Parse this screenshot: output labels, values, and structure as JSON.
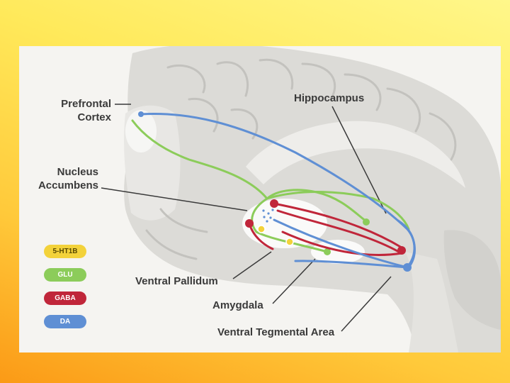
{
  "labels": {
    "prefrontal_cortex_line1": "Prefrontal",
    "prefrontal_cortex_line2": "Cortex",
    "hippocampus": "Hippocampus",
    "nucleus_accumbens_line1": "Nucleus",
    "nucleus_accumbens_line2": "Accumbens",
    "ventral_pallidum": "Ventral Pallidum",
    "amygdala": "Amygdala",
    "ventral_tegmental_area": "Ventral Tegmental Area"
  },
  "legend": [
    {
      "label": "5-HT1B",
      "color": "#f3d23a",
      "text_color": "#5a4a00"
    },
    {
      "label": "GLU",
      "color": "#8ccc5a",
      "text_color": "#ffffff"
    },
    {
      "label": "GABA",
      "color": "#c0263a",
      "text_color": "#ffffff"
    },
    {
      "label": "DA",
      "color": "#5f8fd4",
      "text_color": "#ffffff"
    }
  ],
  "colors": {
    "slide_background_top": "#fff78a",
    "slide_background_bottom": "#fb9a16",
    "brain_fill": "#dcdbd7",
    "glu": "#8ccc5a",
    "gaba": "#c0263a",
    "da": "#5f8fd4",
    "serotonin": "#f3d23a"
  }
}
